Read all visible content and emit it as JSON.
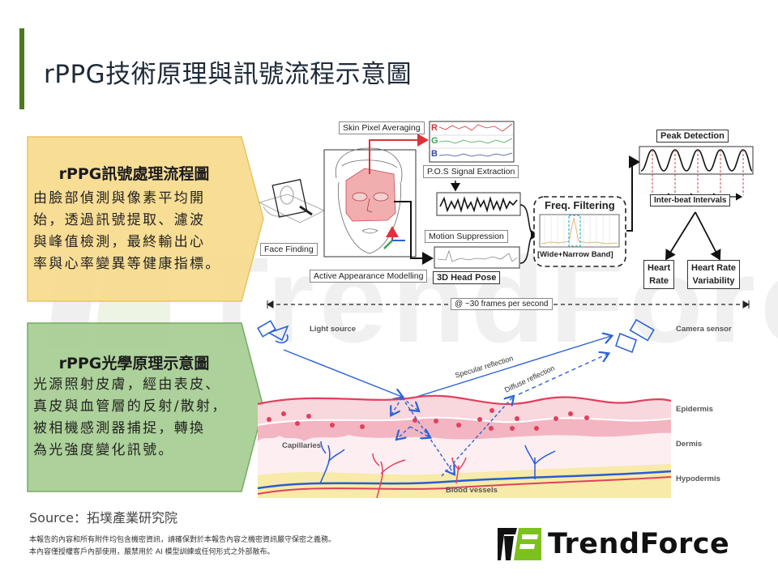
{
  "page": {
    "title": "rPPG技術原理與訊號流程示意圖",
    "accent_color": "#4a7a1e"
  },
  "watermark": {
    "text": "TrendForce"
  },
  "callouts": [
    {
      "title": "rPPG訊號處理流程圖",
      "lines": [
        "由臉部偵測與像素平均開",
        "始，透過訊號提取、濾波",
        "與峰值檢測，最終輸出心",
        "率與心率變異等健康指標。"
      ],
      "fill_color": "#f8dc90",
      "border_color": "#e8c15a"
    },
    {
      "title": "rPPG光學原理示意圖",
      "lines": [
        "光源照射皮膚，經由表皮、",
        "真皮與血管層的反射/散射，",
        "被相機感測器捕捉，轉換",
        "為光強度變化訊號。"
      ],
      "fill_color": "#a9cf95",
      "border_color": "#6fa85a"
    }
  ],
  "pipeline": {
    "face_finding": "Face Finding",
    "active_appearance_modelling": "Active Appearance Modelling",
    "skin_pixel_averaging": "Skin Pixel Averaging",
    "channels": [
      "R",
      "G",
      "B"
    ],
    "channel_colors": [
      "#d9343a",
      "#3aa34a",
      "#3346b0"
    ],
    "pos_signal_extraction": "P.O.S Signal Extraction",
    "motion_suppression": "Motion Suppression",
    "head_pose": "3D Head Pose",
    "freq_filtering": "Freq. Filtering",
    "band": "[Wide+Narrow Band]",
    "peak_detection": "Peak Detection",
    "inter_beat_intervals": "Inter-beat Intervals",
    "heart_rate": [
      "Heart",
      "Rate"
    ],
    "hrv": [
      "Heart Rate",
      "Variability"
    ],
    "frame_rate": "@ ~30 frames per second"
  },
  "optics": {
    "light_source": "Light source",
    "camera_sensor": "Camera sensor",
    "specular": "Specular reflection",
    "diffuse": "Diffuse reflection",
    "layers": [
      "Epidermis",
      "Dermis",
      "Hypodermis"
    ],
    "capillaries": "Capillaries",
    "blood_vessels": "Blood vessels",
    "ray_color": "#2b62d6",
    "vessel_red": "#e0405e",
    "vessel_blue": "#2a5bd7"
  },
  "footer": {
    "source": "Source：拓墣產業研究院",
    "disclaimer": [
      "本報告的內容和所有附件均包含機密資訊，請確保對於本報告內容之機密資訊嚴守保密之義務。",
      "本內容僅授權客戶內部使用，嚴禁用於 AI 模型訓練或任何形式之外部散布。"
    ],
    "logo_text": "TrendForce",
    "logo_green": "#7cc21e"
  }
}
